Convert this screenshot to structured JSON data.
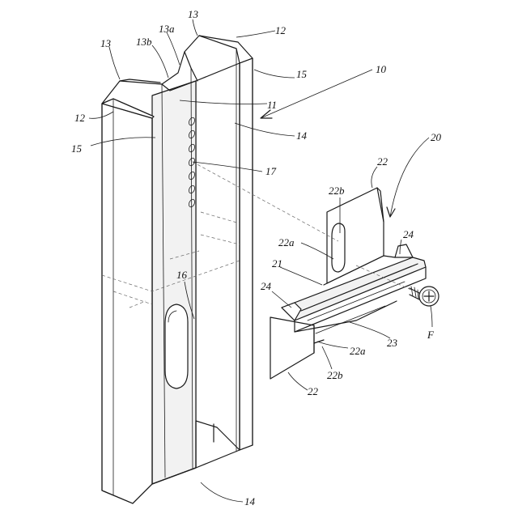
{
  "labels": {
    "l10": "10",
    "l11": "11",
    "l12a": "12",
    "l12b": "12",
    "l13a": "13",
    "l13b": "13",
    "l13a_sub": "13a",
    "l13b_sub": "13b",
    "l14a": "14",
    "l14b": "14",
    "l15a": "15",
    "l15b": "15",
    "l16": "16",
    "l17": "17",
    "l20": "20",
    "l21": "21",
    "l22a": "22",
    "l22b": "22",
    "l22a_top": "22a",
    "l22a_bot": "22a",
    "l22b_top": "22b",
    "l22b_bot": "22b",
    "l23": "23",
    "l24a": "24",
    "l24b": "24",
    "lF": "F"
  }
}
